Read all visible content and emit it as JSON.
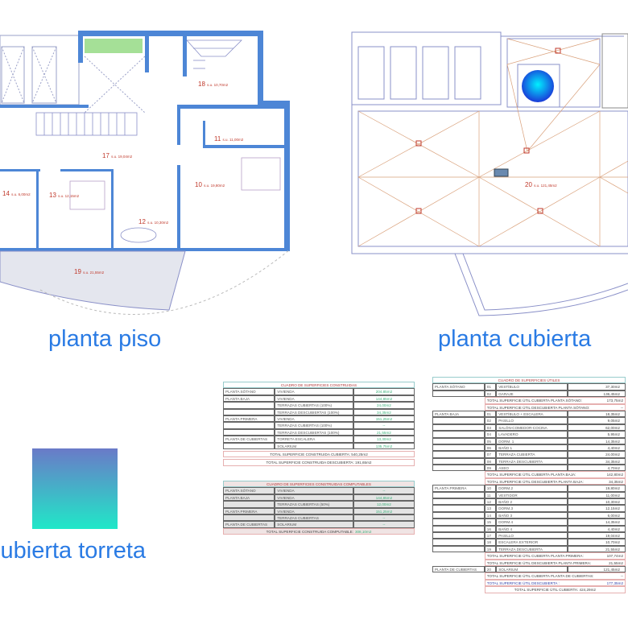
{
  "plans": {
    "piso": {
      "title": "planta piso",
      "rooms": [
        {
          "num": "18",
          "name": "escalera",
          "area": "s.u. 10,70m2"
        },
        {
          "num": "11",
          "name": "vestidor",
          "area": "s.u. 11,00m2"
        },
        {
          "num": "17",
          "name": "pasillo",
          "area": "s.u. 19,04m2"
        },
        {
          "num": "10",
          "name": "dorm.2",
          "area": "s.u. 19,80m2"
        },
        {
          "num": "14",
          "name": "baño 3",
          "area": "s.u. 6,00m2"
        },
        {
          "num": "13",
          "name": "dorm.3",
          "area": "s.u. 12,15m2"
        },
        {
          "num": "12",
          "name": "baño 2",
          "area": "s.u. 10,30m2"
        },
        {
          "num": "19",
          "name": "terraza descubierta",
          "area": "s.u. 21,55m2"
        }
      ]
    },
    "cubierta": {
      "title": "planta cubierta",
      "rooms": [
        {
          "num": "20",
          "name": "solarium",
          "area": "s.u. 121,45m2"
        }
      ]
    },
    "torreta": {
      "title": "cubierta torreta"
    }
  },
  "colors": {
    "wall": "#4d86d6",
    "label": "#c0392b",
    "title": "#2a7be4"
  },
  "table_construidas": {
    "title": "CUADRO DE SUPERFICIES CONSTRUIDAS",
    "rows": [
      {
        "group": "PLANTA SÓTANO",
        "item": "VIVIENDA",
        "value": "204,85m2"
      },
      {
        "group": "PLANTA BAJA",
        "item": "VIVIENDA",
        "value": "144,85m2"
      },
      {
        "group": "",
        "item": "TERRAZAS CUBIERTAS (100%)",
        "value": "24,00m2"
      },
      {
        "group": "",
        "item": "TERRAZAS DESCUBIERTAS (100%)",
        "value": "34,35m2"
      },
      {
        "group": "PLANTA PRIMERA",
        "item": "VIVIENDA",
        "value": "151,25m2"
      },
      {
        "group": "",
        "item": "TERRAZAS CUBIERTAS (100%)",
        "value": "--"
      },
      {
        "group": "",
        "item": "TERRAZAS DESCUBIERTAS (100%)",
        "value": "21,55m2"
      },
      {
        "group": "PLANTA DE CUBIERTAS",
        "item": "TORRETA ESCALERA",
        "value": "13,30m2"
      },
      {
        "group": "",
        "item": "SOLARIUM",
        "value": "135,75m2"
      }
    ],
    "totals": [
      "TOTAL SUPERFICIE CONSTRUIDA CUBIERTA: 540,25m2",
      "TOTAL SUPERFICIE CONSTRUIDA DESCUBIERTA: 191,65m2"
    ]
  },
  "table_computables": {
    "title": "CUADRO DE SUPERFICIES CONSTRUIDAS COMPUTABLES",
    "rows": [
      {
        "group": "PLANTA SÓTANO",
        "item": "VIVIENDA",
        "value": "--"
      },
      {
        "group": "PLANTA BAJA",
        "item": "VIVIENDA",
        "value": "144,85m2"
      },
      {
        "group": "",
        "item": "TERRAZAS CUBIERTAS (50%)",
        "value": "12,00m2"
      },
      {
        "group": "PLANTA PRIMERA",
        "item": "VIVIENDA",
        "value": "151,25m2"
      },
      {
        "group": "",
        "item": "TERRAZAS CUBIERTAS",
        "value": "--"
      },
      {
        "group": "PLANTA DE CUBIERTAS",
        "item": "SOLARIUM",
        "value": "--"
      }
    ],
    "total_label": "TOTAL SUPERFICIE CONSTRUIDA COMPUTABLE:",
    "total_value": "308,10m2"
  },
  "table_utiles": {
    "title": "CUADRO DE SUPERFICIES ÚTILES",
    "sections": [
      {
        "group": "PLANTA SÓTANO",
        "rows": [
          {
            "num": "01",
            "item": "VESTÍBULO",
            "value": "37,30m2"
          },
          {
            "num": "02",
            "item": "GARAJE",
            "value": "136,45m2"
          }
        ],
        "totals": [
          {
            "label": "TOTAL SUPERFICIE ÚTIL CUBIERTA PLANTA SÓTANO:",
            "value": "173,75m2"
          },
          {
            "label": "TOTAL SUPERFICIE ÚTIL DESCUBIERTA PLANTA SÓTANO:",
            "value": "--"
          }
        ]
      },
      {
        "group": "PLANTA BAJA",
        "rows": [
          {
            "num": "01",
            "item": "VESTÍBULO + ESCALERA",
            "value": "18,35m2"
          },
          {
            "num": "02",
            "item": "PASILLO",
            "value": "9,05m2"
          },
          {
            "num": "03",
            "item": "SALÓN-COMEDOR-COCINA",
            "value": "62,00m2"
          },
          {
            "num": "04",
            "item": "LAVADERO",
            "value": "5,95m2"
          },
          {
            "num": "05",
            "item": "DORM. 1",
            "value": "14,35m2"
          },
          {
            "num": "06",
            "item": "BAÑO 1",
            "value": "4,40m2"
          },
          {
            "num": "07",
            "item": "TERRAZA CUBIERTA",
            "value": "24,00m2"
          },
          {
            "num": "08",
            "item": "TERRAZA DESCUBIERTA",
            "value": "34,35m2"
          },
          {
            "num": "09",
            "item": "ASEO",
            "value": "4,70m2"
          }
        ],
        "totals": [
          {
            "label": "TOTAL SUPERFICIE ÚTIL CUBIERTA PLANTA BAJA:",
            "value": "142,80m2"
          },
          {
            "label": "TOTAL SUPERFICIE ÚTIL DESCUBIERTA PLANTA BAJA:",
            "value": "34,35m2"
          }
        ]
      },
      {
        "group": "PLANTA PRIMERA",
        "rows": [
          {
            "num": "10",
            "item": "DORM.2",
            "value": "19,80m2"
          },
          {
            "num": "11",
            "item": "VESTIDOR",
            "value": "11,00m2"
          },
          {
            "num": "12",
            "item": "BAÑO 2",
            "value": "10,30m2"
          },
          {
            "num": "13",
            "item": "DORM.3",
            "value": "12,15m2"
          },
          {
            "num": "14",
            "item": "BAÑO 3",
            "value": "6,00m2"
          },
          {
            "num": "15",
            "item": "DORM.4",
            "value": "14,35m2"
          },
          {
            "num": "16",
            "item": "BAÑO 4",
            "value": "4,40m2"
          },
          {
            "num": "17",
            "item": "PASILLO",
            "value": "19,04m2"
          },
          {
            "num": "18",
            "item": "ESCALERA EXTERIOR",
            "value": "10,70m2"
          },
          {
            "num": "19",
            "item": "TERRAZA DESCUBIERTA",
            "value": "21,55m2"
          }
        ],
        "totals": [
          {
            "label": "TOTAL SUPERFICIE ÚTIL CUBIERTA PLANTA PRIMERA:",
            "value": "107,74m2"
          },
          {
            "label": "TOTAL SUPERFICIE ÚTIL DESCUBIERTA PLANTA PRIMERA:",
            "value": "21,55m2"
          }
        ]
      },
      {
        "group": "PLANTA DE CUBIERTAS",
        "rows": [
          {
            "num": "20",
            "item": "SOLARIUM",
            "value": "121,45m2"
          }
        ],
        "totals": [
          {
            "label": "TOTAL SUPERFICIE ÚTIL CUBIERTA PLANTA DE CUBIERTAS:",
            "value": "--"
          },
          {
            "label": "TOTAL SUPERFICIE ÚTIL DESCUBIERTA :",
            "value": "177,35m2",
            "blue": true
          },
          {
            "label": "TOTAL SUPERFICIE ÚTIL CUBIERTA: 424,29m2",
            "value": "",
            "center": true
          }
        ]
      }
    ]
  }
}
